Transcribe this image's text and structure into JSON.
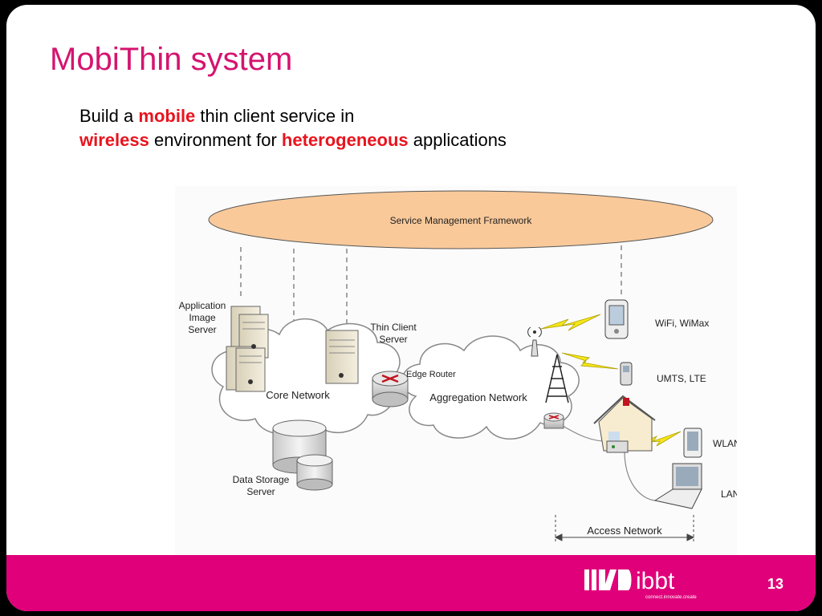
{
  "slide": {
    "title": "MobiThin system",
    "subtitle": {
      "line1_a": "Build a ",
      "line1_hl": "mobile",
      "line1_b": " thin client service in",
      "line2_hl1": "wireless",
      "line2_a": " environment for ",
      "line2_hl2": "heterogeneous",
      "line2_b": " applications"
    },
    "page_number": "13"
  },
  "diagram": {
    "service_framework": "Service Management Framework",
    "app_server_label": [
      "Application",
      "Image",
      "Server"
    ],
    "thin_client_label": [
      "Thin Client",
      "Server"
    ],
    "edge_router_label": "Edge Router",
    "core_network_label": "Core Network",
    "aggregation_network_label": "Aggregation Network",
    "data_storage_label": [
      "Data Storage",
      "Server"
    ],
    "wifi_label": "WiFi, WiMax",
    "umts_label": "UMTS, LTE",
    "wlan_label": "WLAN",
    "lan_label": "LAN",
    "access_network_label": "Access Network"
  },
  "logo": {
    "brand": "ibbt",
    "tagline": "connect.innovate.create"
  },
  "colors": {
    "accent": "#d4146f",
    "footer": "#e0007a",
    "highlight": "#e8141e",
    "ellipse_fill": "#f9c99a",
    "lightning": "#f5e61a"
  }
}
